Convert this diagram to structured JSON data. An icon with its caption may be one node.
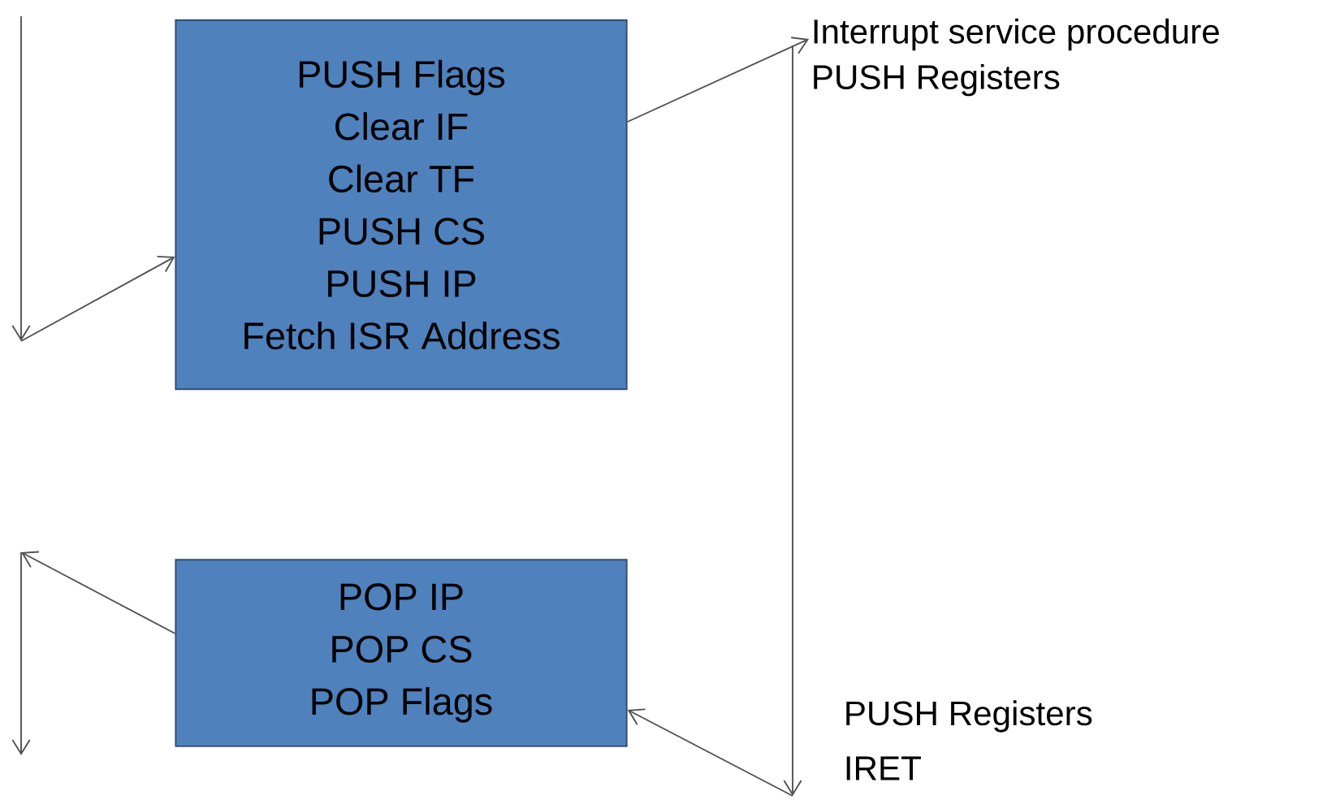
{
  "diagram": {
    "nodes": [
      {
        "text": [
          "PUSH Flags",
          "Clear IF",
          "Clear TF",
          "PUSH CS",
          "PUSH IP",
          "Fetch ISR Address"
        ]
      },
      {
        "text": [
          "POP IP",
          "POP CS",
          "POP Flags"
        ]
      },
      {
        "text": [
          "Interrupt service procedure",
          "PUSH Registers"
        ]
      }
    ],
    "edges": [
      {
        "from": null,
        "to": 0,
        "arrow": "to"
      },
      {
        "from": 0,
        "to": 2,
        "arrow": "to"
      },
      {
        "from": 2,
        "to": 1,
        "arrow": "to"
      },
      {
        "from": 1,
        "to": null,
        "arrow": "to"
      }
    ],
    "labels": [
      "PUSH Registers",
      "IRET"
    ]
  }
}
